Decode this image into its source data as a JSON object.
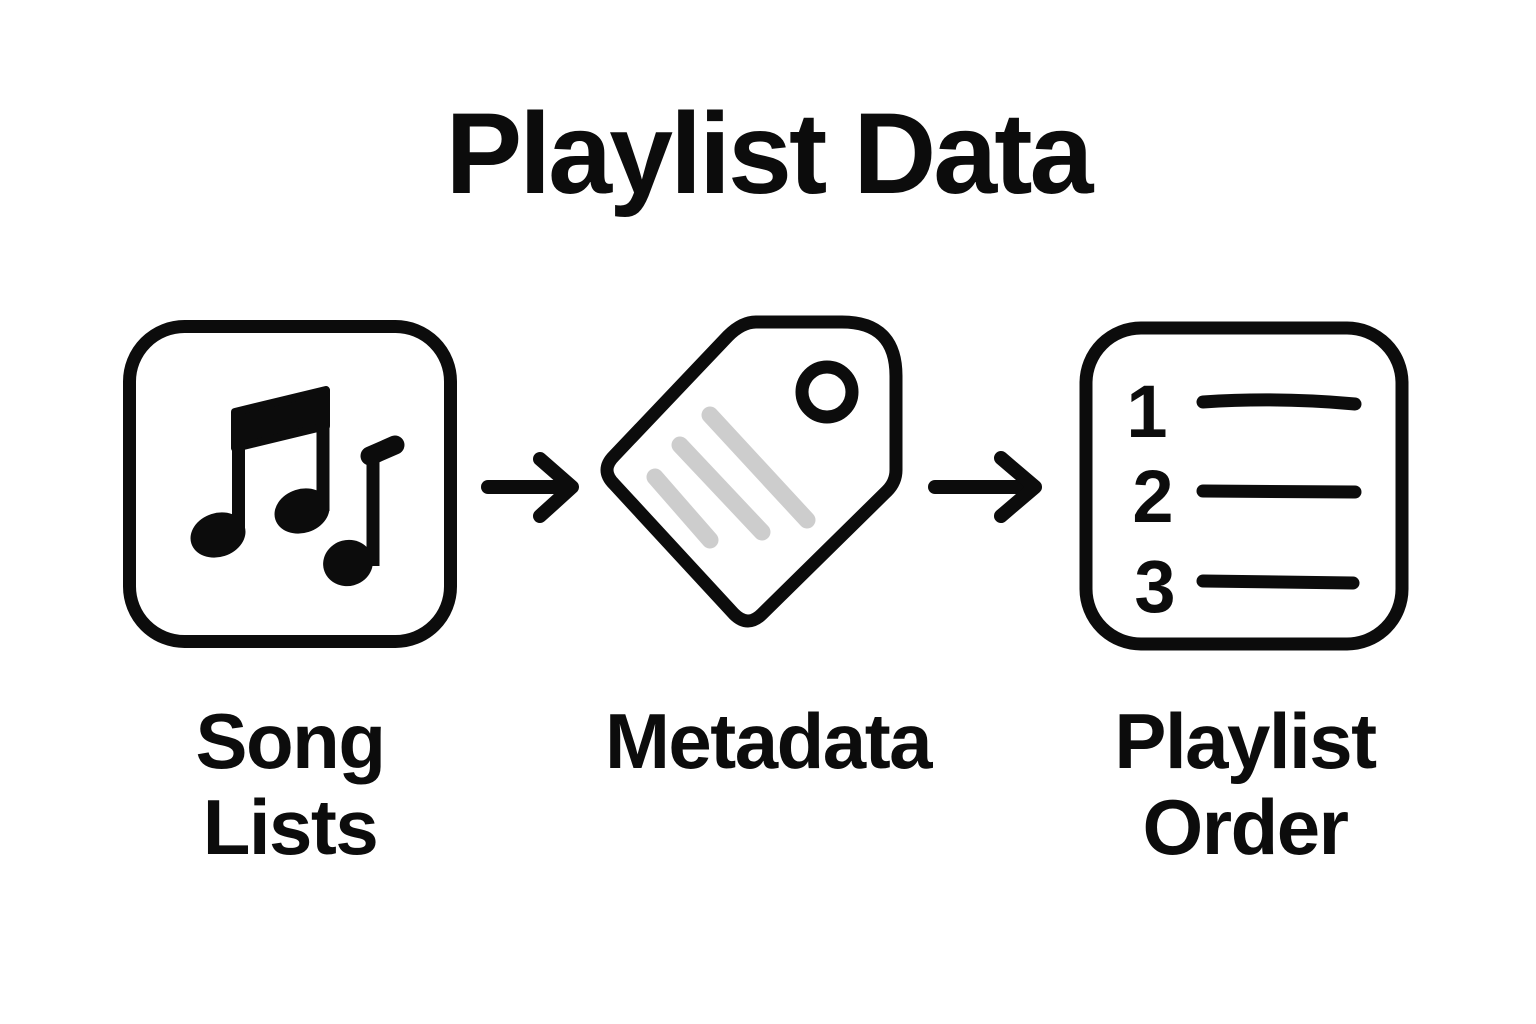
{
  "title": "Playlist Data",
  "colors": {
    "ink": "#0c0c0c",
    "stripe": "#cdcdcd",
    "background": "#ffffff"
  },
  "nodes": [
    {
      "id": "song-lists",
      "icon": "music-notes-icon",
      "label": "Song Lists"
    },
    {
      "id": "metadata",
      "icon": "tag-icon",
      "label": "Metadata"
    },
    {
      "id": "playlist-order",
      "icon": "numbered-list-icon",
      "label": "Playlist Order",
      "list_numbers": [
        "1",
        "2",
        "3"
      ]
    }
  ],
  "arrows": [
    {
      "id": "arrow-1",
      "icon": "arrow-right-icon",
      "direction": "right"
    },
    {
      "id": "arrow-2",
      "icon": "arrow-right-icon",
      "direction": "right"
    }
  ]
}
